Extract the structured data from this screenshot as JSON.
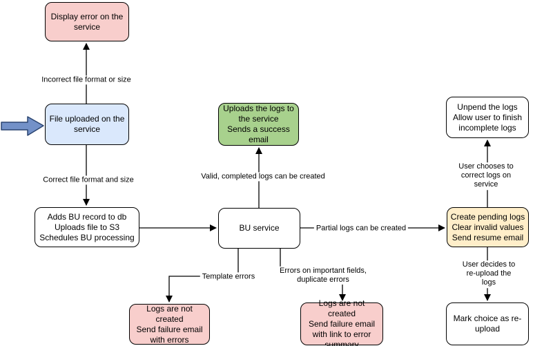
{
  "diagram": {
    "type": "flowchart",
    "colors": {
      "node_pink": "#f8cecc",
      "node_blue": "#dae8fc",
      "node_green": "#a8d18d",
      "node_yellow": "#ffeec9",
      "node_white": "#ffffff",
      "node_border": "#000000",
      "edge": "#000000",
      "entry_arrow_fill": "#7391c8",
      "entry_arrow_stroke": "#2a4470"
    },
    "nodes": {
      "display_error": {
        "text": "Display error on the\nservice",
        "color": "#f8cecc"
      },
      "file_uploaded": {
        "text": "File uploaded on the\nservice",
        "color": "#dae8fc"
      },
      "adds_bu_record": {
        "text": "Adds BU record to db\nUploads file to S3\nSchedules BU processing",
        "color": "#ffffff"
      },
      "bu_service": {
        "text": "BU service",
        "color": "#ffffff"
      },
      "uploads_logs": {
        "text": "Uploads the logs to\nthe service\nSends a success\nemail",
        "color": "#a8d18d"
      },
      "logs_not_created_errors": {
        "text": "Logs are not created\nSend failure email\nwith errors",
        "color": "#f8cecc"
      },
      "logs_not_created_summary": {
        "text": "Logs are not created\nSend failure email\nwith link to error\nsummary",
        "color": "#f8cecc"
      },
      "create_pending_logs": {
        "text": "Create pending logs\nClear invalid values\nSend resume email",
        "color": "#ffeec9"
      },
      "unpend_logs": {
        "text": "Unpend the logs\nAllow user to finish\nincomplete logs",
        "color": "#ffffff"
      },
      "mark_reupload": {
        "text": "Mark choice as re-\nupload",
        "color": "#ffffff"
      }
    },
    "edge_labels": {
      "incorrect_format": "Incorrect file format or size",
      "correct_format": "Correct file format and size",
      "valid_logs": "Valid, completed logs can be created",
      "partial_logs": "Partial logs can be created",
      "template_errors": "Template errors",
      "important_field_errors": "Errors on important fields,\nduplicate errors",
      "user_corrects": "User chooses to correct logs on service",
      "user_reuploads": "User decides to re-upload the logs"
    },
    "icons": {
      "entry_arrow": "right-block-arrow"
    }
  }
}
